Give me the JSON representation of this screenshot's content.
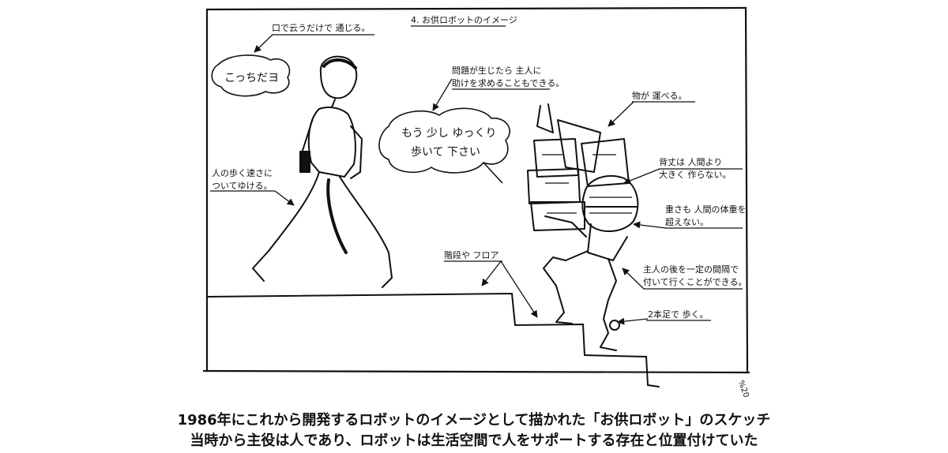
{
  "sketch": {
    "title": "4. お供ロボットのイメージ",
    "annotations": {
      "voice": "口で云うだけで 通じる。",
      "help": [
        "問題が生じたら 主人に",
        "助けを求めることもできる。"
      ],
      "carry": "物が 運べる。",
      "height": [
        "背丈は 人間より",
        "大きく 作らない。"
      ],
      "weight": [
        "重さも 人間の体重を",
        "超えない。"
      ],
      "follow_walk": [
        "人の歩く速さに",
        "ついてゆける。"
      ],
      "stairs": "階段や フロア",
      "distance": [
        "主人の後を一定の間隔で",
        "付いて行くことができる。"
      ],
      "legs": "2本足で 歩く。"
    },
    "speech_person": "こっちだヨ",
    "speech_robot": [
      "もう 少し ゆっくり",
      "歩いて 下さい"
    ],
    "corner_mark": "%20"
  },
  "caption": {
    "line1": "1986年にこれから開発するロボットのイメージとして描かれた「お供ロボット」のスケッチ",
    "line2": "当時から主役は人であり、ロボットは生活空間で人をサポートする存在と位置付けていた"
  }
}
